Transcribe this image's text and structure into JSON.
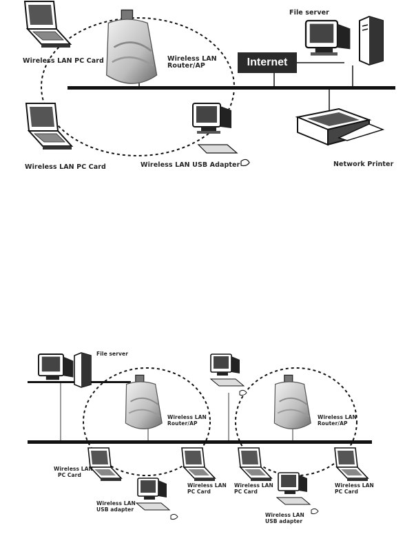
{
  "diagram1": {
    "internet_label": "Internet",
    "file_server_label": "File server",
    "router_label_line1": "Wireless LAN",
    "router_label_line2": "Router/AP",
    "pccard_top_label": "Wireless LAN PC Card",
    "pccard_bottom_label": "Wireless LAN PC Card",
    "usb_adapter_label": "Wireless LAN USB Adapter",
    "printer_label": "Network Printer"
  },
  "diagram2": {
    "file_server_label": "File server",
    "router_left_line1": "Wireless LAN",
    "router_left_line2": "Router/AP",
    "router_right_line1": "Wireless LAN",
    "router_right_line2": "Router/AP",
    "pc1_line1": "Wireless LAN",
    "pc1_line2": "PC Card",
    "usb_left_line1": "Wireless LAN",
    "usb_left_line2": "USB adapter",
    "pc2_line1": "Wireless LAN",
    "pc2_line2": "PC Card",
    "pc3_line1": "Wireless LAN",
    "pc3_line2": "PC Card",
    "usb_right_line1": "Wireless LAN",
    "usb_right_line2": "USB adapter",
    "pc4_line1": "Wireless LAN",
    "pc4_line2": "PC Card"
  }
}
